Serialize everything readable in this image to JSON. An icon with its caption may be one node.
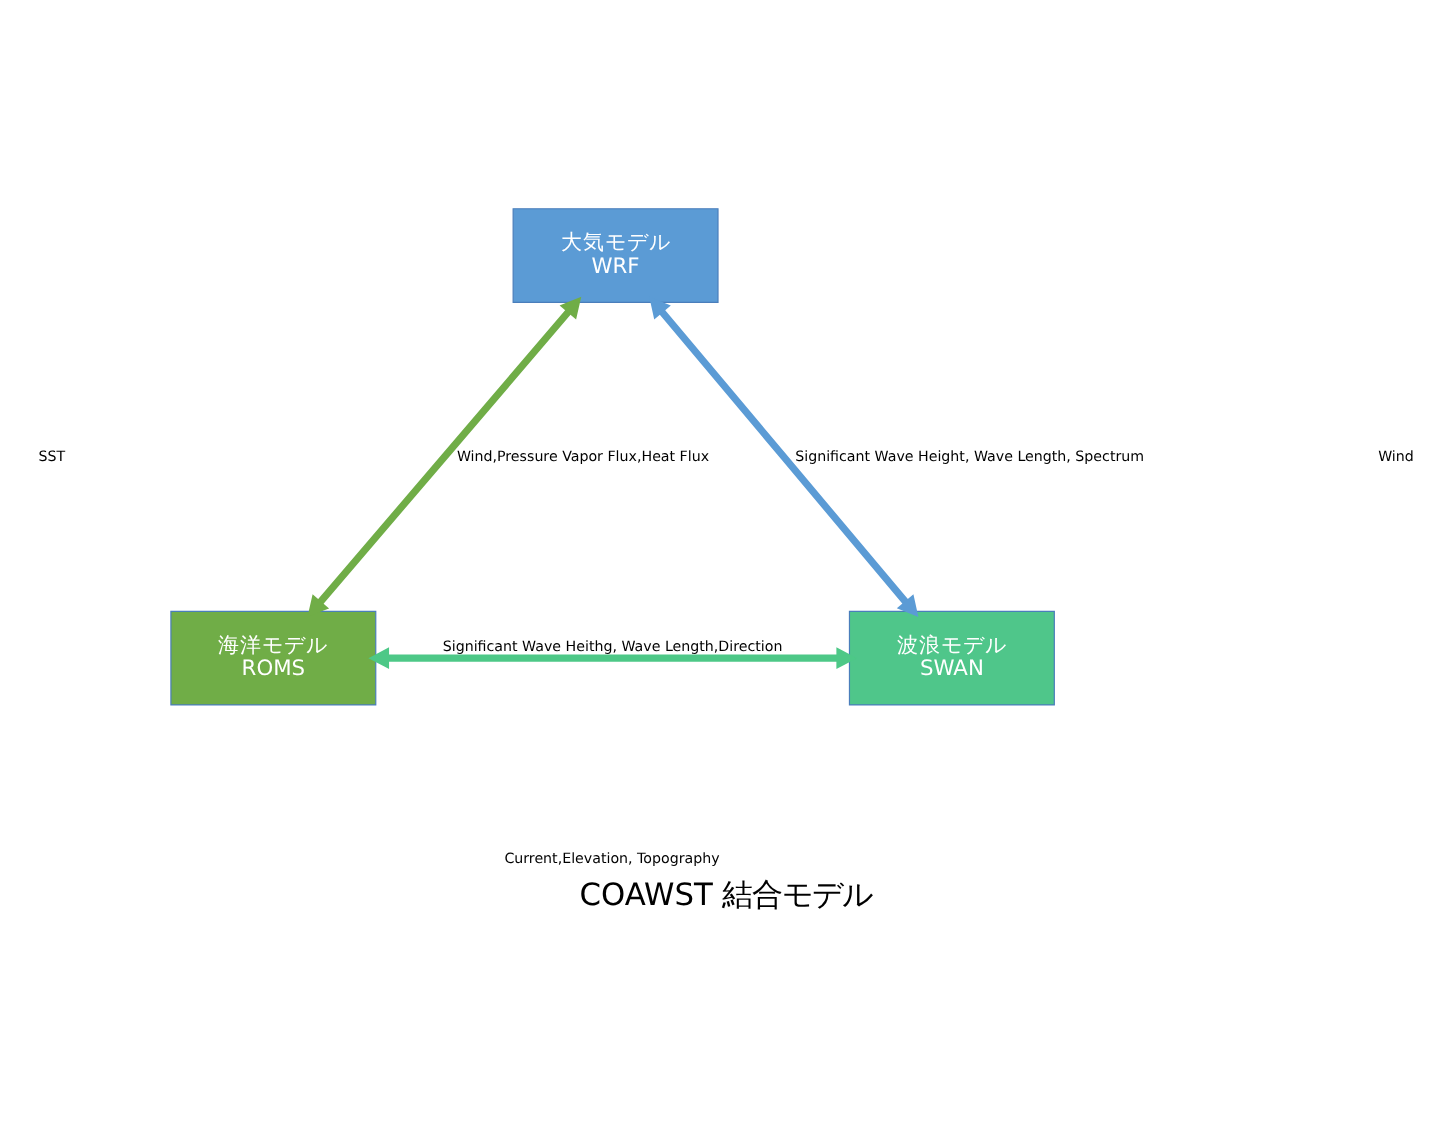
{
  "diagram": {
    "caption": "COAWST 結合モデル",
    "nodes": [
      {
        "text": [
          "大気モデル",
          "WRF"
        ]
      },
      {
        "text": [
          "海洋モデル",
          "ROMS"
        ]
      },
      {
        "text": [
          "波浪モデル",
          "SWAN"
        ]
      }
    ],
    "edges": [
      {
        "from": 0,
        "to": 1,
        "arrow": "both",
        "label": "Wind,Pressure Vapor Flux,Heat Flux",
        "color": "#70ad47"
      },
      {
        "from": 0,
        "to": 2,
        "arrow": "both",
        "label": "Significant Wave Height, Wave Length, Spectrum",
        "color": "#5b9bd5"
      },
      {
        "from": 1,
        "to": 2,
        "arrow": "both",
        "label": "Significant Wave Heithg, Wave Length,Direction",
        "color": "#4dc887"
      }
    ],
    "labels": [
      "SST",
      "Wind",
      "Current,Elevation, Topography"
    ]
  }
}
